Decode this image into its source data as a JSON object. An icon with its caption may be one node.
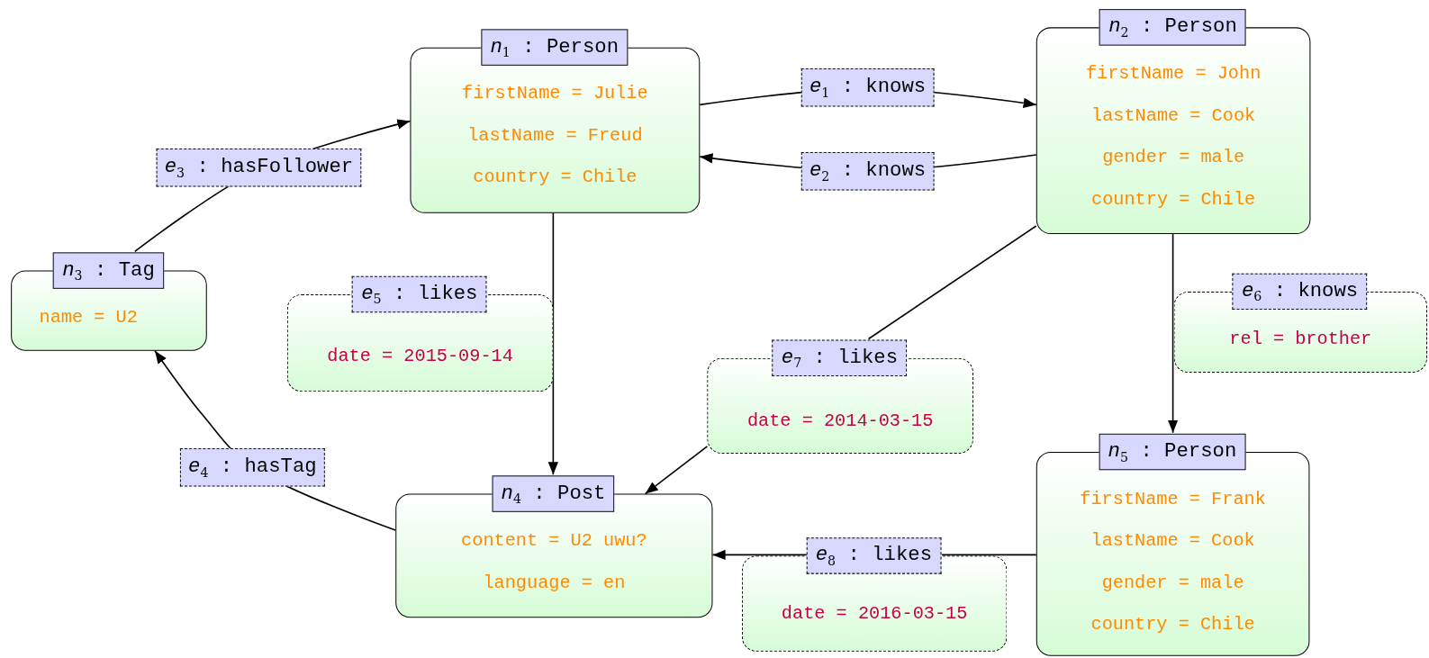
{
  "diagram": {
    "nodes": [
      {
        "text": [
          "*n*$_{1}$ : Person",
          "firstName = Julie",
          "lastName = Freud",
          "country = Chile"
        ]
      },
      {
        "text": [
          "*n*$_{2}$ : Person",
          "firstName = John",
          "lastName = Cook",
          "gender = male",
          "country = Chile"
        ]
      },
      {
        "text": [
          "*n*$_{3}$ : Tag",
          "name = U2"
        ]
      },
      {
        "text": [
          "*e*$_{5}$ : likes",
          "date = 2015-09-14"
        ]
      },
      {
        "text": [
          "*e*$_{6}$ : knows",
          "rel = brother"
        ]
      },
      {
        "text": [
          "*e*$_{7}$ : likes",
          "date = 2014-03-15"
        ]
      },
      {
        "text": [
          "*n*$_{4}$ : Post",
          "content = U2 uwu?",
          "language = en"
        ]
      },
      {
        "text": [
          "*n*$_{5}$ : Person",
          "firstName = Frank",
          "lastName = Cook",
          "gender = male",
          "country = Chile"
        ]
      },
      {
        "text": [
          "*e*$_{8}$ : likes",
          "date = 2016-03-15"
        ]
      }
    ],
    "edges": [
      {
        "from": 0,
        "to": 1,
        "arrow": "to",
        "label": "*e*$_{1}$ : knows"
      },
      {
        "from": 1,
        "to": 0,
        "arrow": "to",
        "label": "*e*$_{2}$ : knows"
      },
      {
        "from": 2,
        "to": 0,
        "arrow": "to",
        "label": "*e*$_{3}$ : hasFollower"
      },
      {
        "from": 6,
        "to": 2,
        "arrow": "to",
        "label": "*e*$_{4}$ : hasTag"
      },
      {
        "from": 0,
        "to": 6,
        "arrow": "to"
      },
      {
        "from": 1,
        "to": 7,
        "arrow": "to"
      },
      {
        "from": 1,
        "to": 5,
        "arrow": "none"
      },
      {
        "from": 5,
        "to": 6,
        "arrow": "to"
      },
      {
        "from": 7,
        "to": 8,
        "arrow": "none"
      },
      {
        "from": 8,
        "to": 6,
        "arrow": "to"
      }
    ]
  }
}
